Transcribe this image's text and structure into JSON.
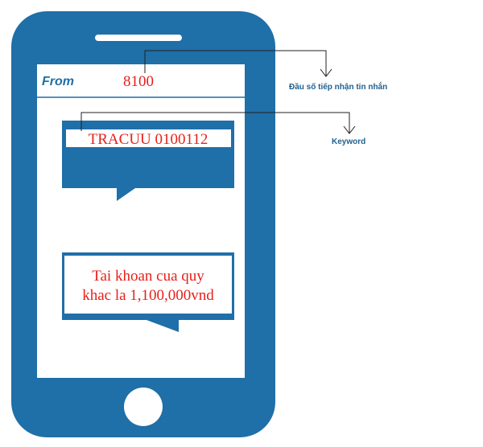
{
  "sms": {
    "from_label": "From",
    "sender_number": "8100",
    "outgoing_message": "TRACUU 0100112",
    "reply_line1": "Tai khoan cua quy",
    "reply_line2": "khac la 1,100,000vnd"
  },
  "annotations": {
    "short_code_label": "Đầu số tiếp nhận tin nhắn",
    "keyword_label": "Keyword"
  },
  "colors": {
    "phone_blue": "#1f6fa8",
    "text_red": "#e8201c",
    "annotation_blue": "#1f5f8f",
    "screen_bg": "#ffffff"
  },
  "icons": {
    "speaker": "speaker-slot-icon",
    "home_button": "home-button-icon",
    "arrow": "arrow-down-icon"
  }
}
